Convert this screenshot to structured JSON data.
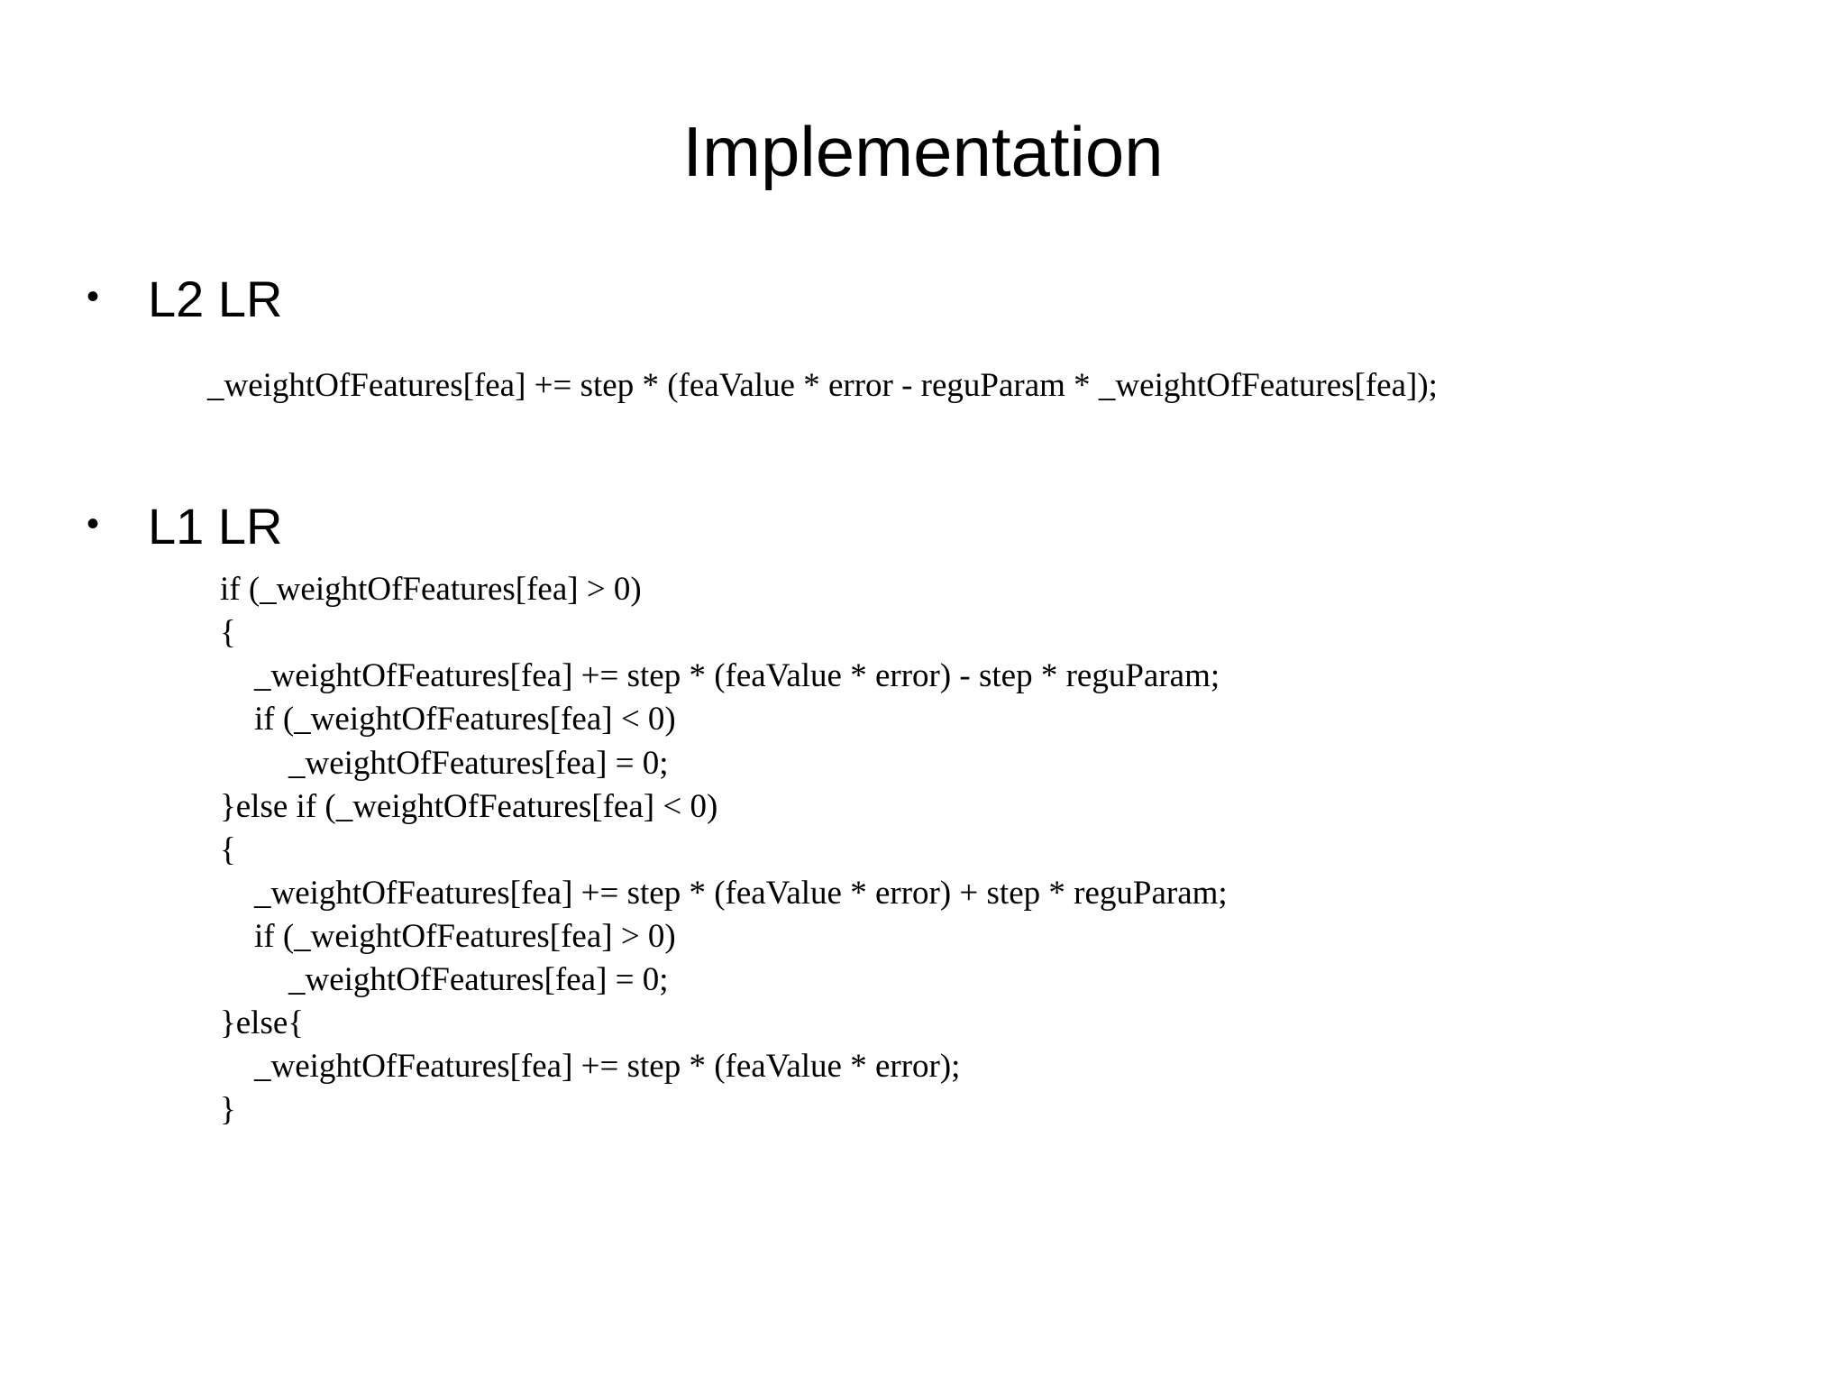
{
  "slide": {
    "title": "Implementation",
    "background_color": "#ffffff",
    "text_color": "#000000",
    "bullets": [
      {
        "glyph": "•",
        "label": "L2 LR"
      },
      {
        "glyph": "•",
        "label": "L1 LR"
      }
    ],
    "l2_code": [
      {
        "indent": 0,
        "text": "_weightOfFeatures[fea] += step * (feaValue * error - reguParam * _weightOfFeatures[fea]);"
      }
    ],
    "l1_code": [
      {
        "indent": 0,
        "text": "if (_weightOfFeatures[fea] > 0)"
      },
      {
        "indent": 0,
        "text": "{"
      },
      {
        "indent": 1,
        "text": "_weightOfFeatures[fea] += step * (feaValue * error) - step * reguParam;"
      },
      {
        "indent": 1,
        "text": "if (_weightOfFeatures[fea] < 0)"
      },
      {
        "indent": 2,
        "text": "_weightOfFeatures[fea] = 0;"
      },
      {
        "indent": 0,
        "text": "}else if (_weightOfFeatures[fea] < 0)"
      },
      {
        "indent": 0,
        "text": "{"
      },
      {
        "indent": 1,
        "text": "_weightOfFeatures[fea] += step * (feaValue * error) + step * reguParam;"
      },
      {
        "indent": 1,
        "text": "if (_weightOfFeatures[fea] > 0)"
      },
      {
        "indent": 2,
        "text": "_weightOfFeatures[fea] = 0;"
      },
      {
        "indent": 0,
        "text": "}else{"
      },
      {
        "indent": 1,
        "text": "_weightOfFeatures[fea] += step * (feaValue * error);"
      },
      {
        "indent": 0,
        "text": "}"
      }
    ]
  }
}
